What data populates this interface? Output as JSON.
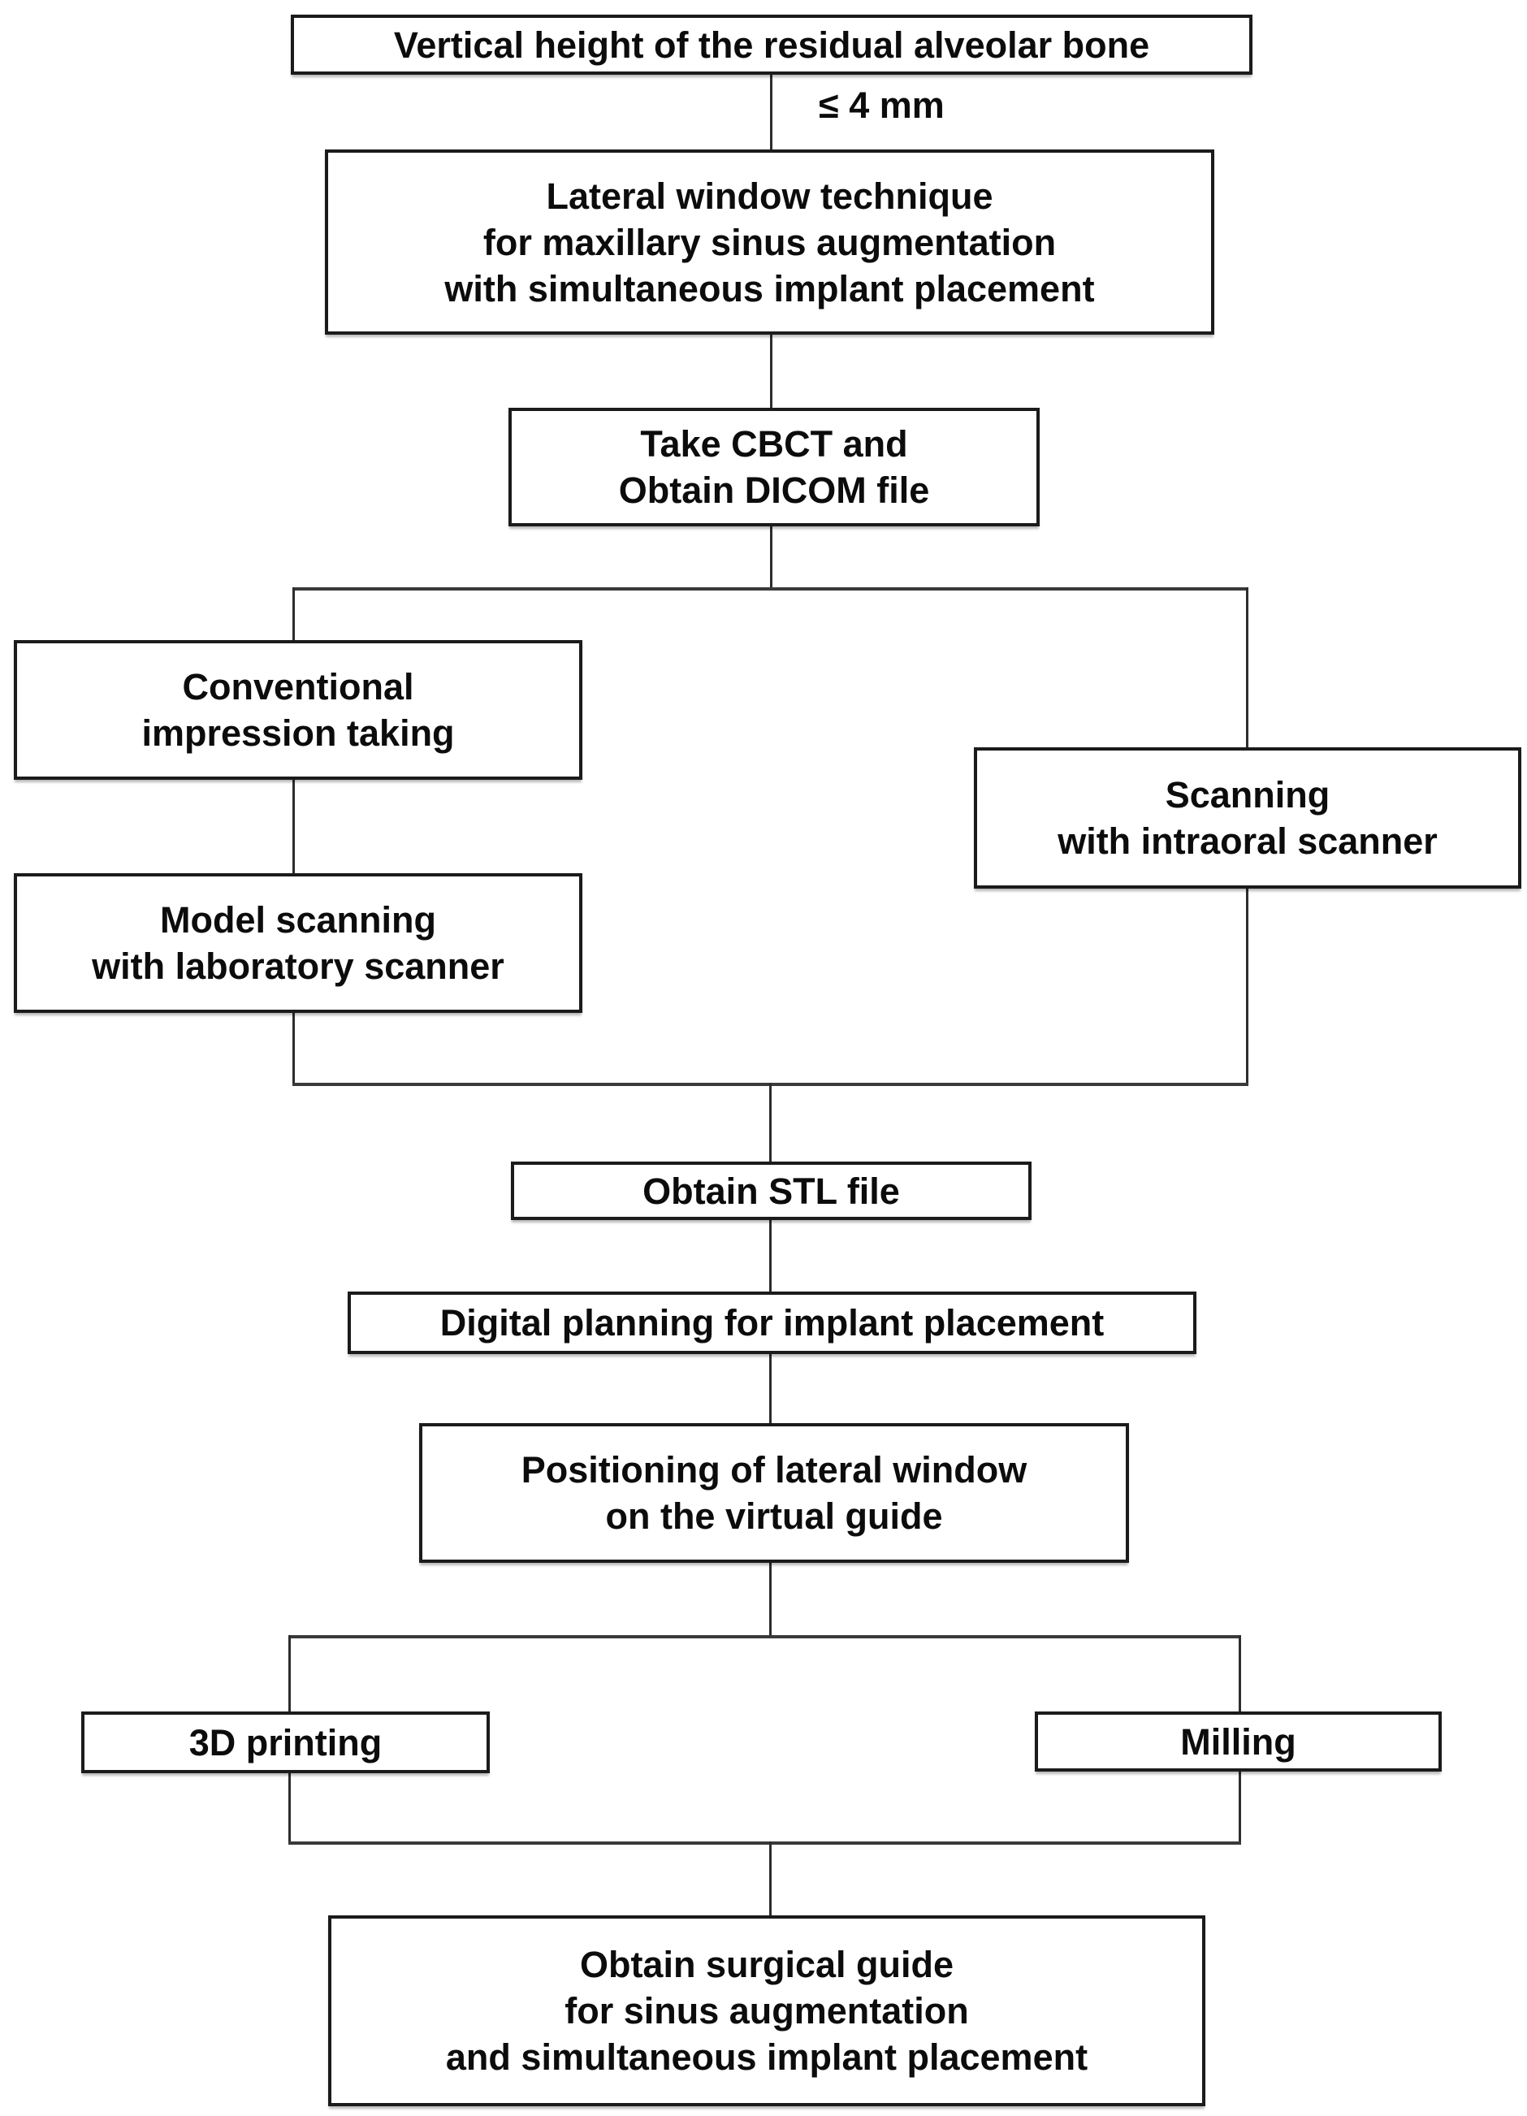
{
  "figure": {
    "kind": "flowchart",
    "description": "Digital workflow for lateral window maxillary sinus augmentation surgical guide fabrication"
  },
  "colors": {
    "background": "#ffffff",
    "box_fill": "#ffffff",
    "box_border": "#1b1b1b",
    "connector": "#2d2d2d",
    "text": "#0c0c0c"
  },
  "nodes": {
    "residual_bone": {
      "lines": [
        "Vertical height of the residual alveolar bone"
      ]
    },
    "lateral_window": {
      "lines": [
        "Lateral window technique",
        "for maxillary sinus augmentation",
        "with simultaneous implant placement"
      ]
    },
    "cbct": {
      "lines": [
        "Take CBCT and",
        "Obtain DICOM file"
      ]
    },
    "conventional": {
      "lines": [
        "Conventional",
        "impression taking"
      ]
    },
    "model_scanning": {
      "lines": [
        "Model scanning",
        "with laboratory scanner"
      ]
    },
    "intraoral": {
      "lines": [
        "Scanning",
        "with intraoral scanner"
      ]
    },
    "stl": {
      "lines": [
        "Obtain STL file"
      ]
    },
    "digital_planning": {
      "lines": [
        "Digital planning for implant placement"
      ]
    },
    "positioning": {
      "lines": [
        "Positioning of lateral window",
        "on the virtual guide"
      ]
    },
    "printing": {
      "lines": [
        "3D printing"
      ]
    },
    "milling": {
      "lines": [
        "Milling"
      ]
    },
    "surgical_guide": {
      "lines": [
        "Obtain surgical guide",
        "for sinus augmentation",
        "and simultaneous implant placement"
      ]
    }
  },
  "edges": [
    {
      "from": "residual_bone",
      "to": "lateral_window",
      "label": "≤ 4 mm"
    },
    {
      "from": "lateral_window",
      "to": "cbct"
    },
    {
      "from": "cbct",
      "to": "conventional"
    },
    {
      "from": "cbct",
      "to": "intraoral"
    },
    {
      "from": "conventional",
      "to": "model_scanning"
    },
    {
      "from": "model_scanning",
      "to": "stl"
    },
    {
      "from": "intraoral",
      "to": "stl"
    },
    {
      "from": "stl",
      "to": "digital_planning"
    },
    {
      "from": "digital_planning",
      "to": "positioning"
    },
    {
      "from": "positioning",
      "to": "printing"
    },
    {
      "from": "positioning",
      "to": "milling"
    },
    {
      "from": "printing",
      "to": "surgical_guide"
    },
    {
      "from": "milling",
      "to": "surgical_guide"
    }
  ]
}
